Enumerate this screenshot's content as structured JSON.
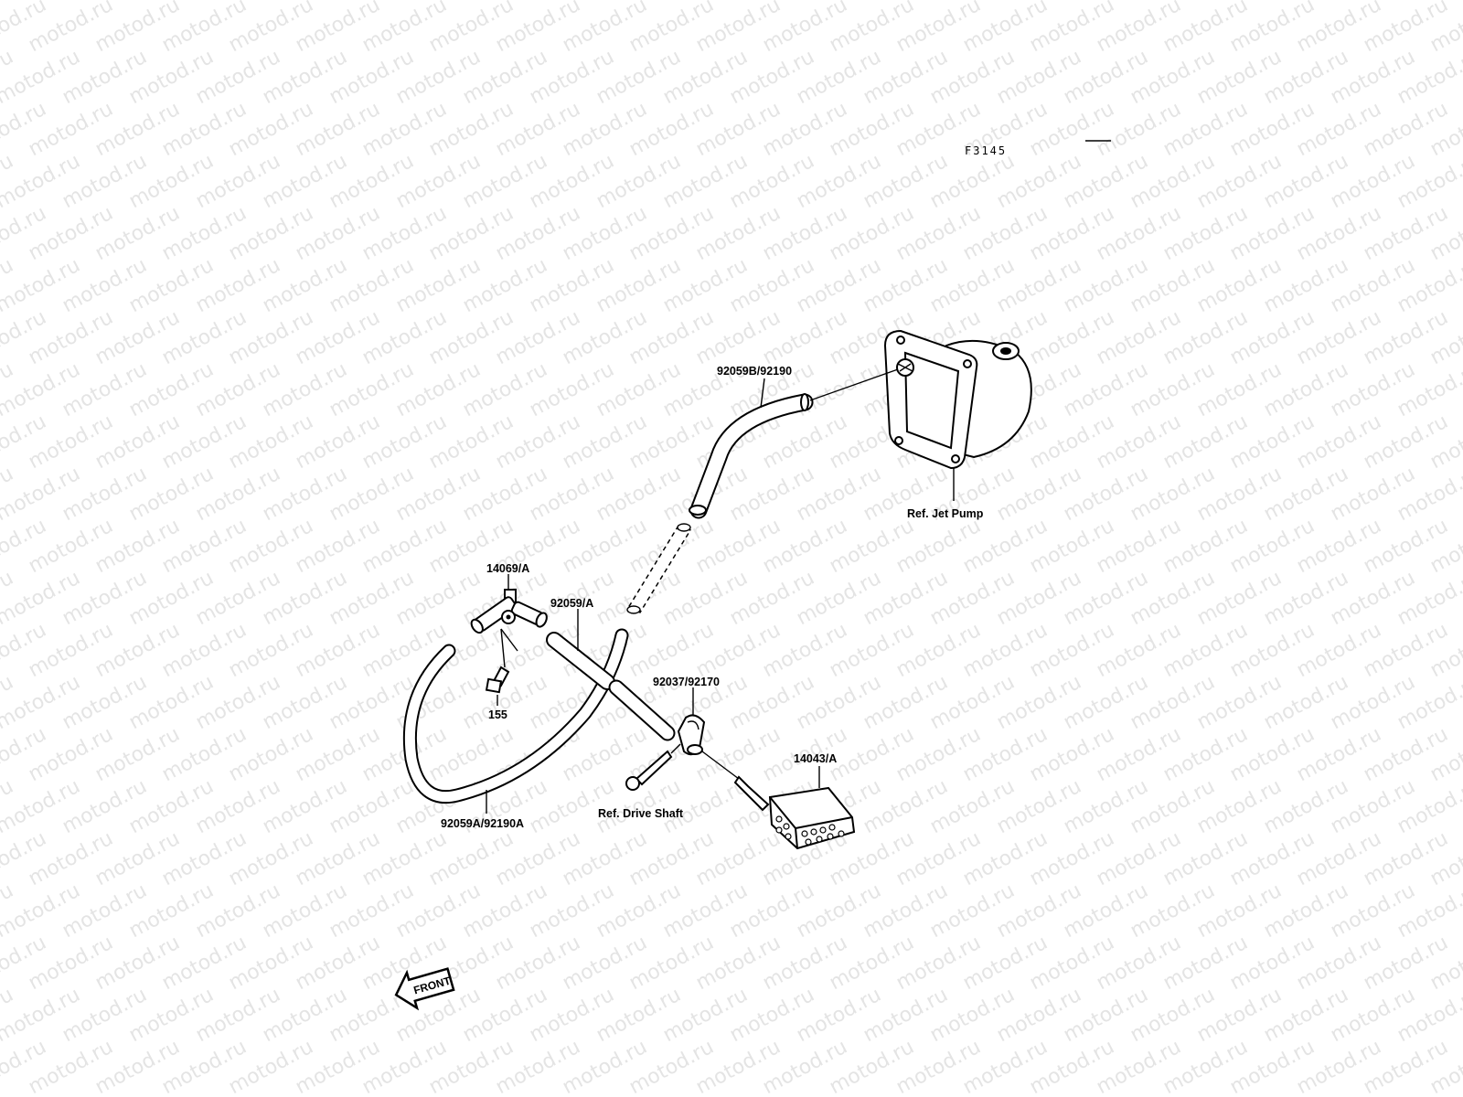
{
  "diagram": {
    "code": "F3145",
    "watermark": "motod.ru",
    "labels": {
      "hose_top": "92059B/92190",
      "jet_pump": "Ref. Jet Pump",
      "fitting": "14069/A",
      "hose_mid": "92059/A",
      "bolt": "155",
      "clamp": "92037/92170",
      "strainer": "14043/A",
      "drive_shaft": "Ref. Drive Shaft",
      "hose_bottom": "92059A/92190A",
      "front_arrow": "FRONT"
    }
  }
}
